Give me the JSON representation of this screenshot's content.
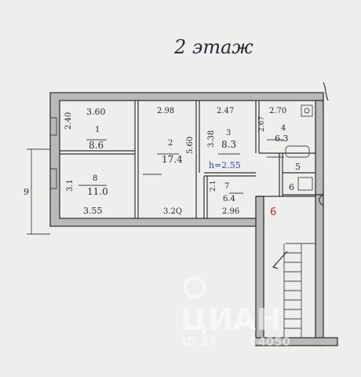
{
  "title": "2 этаж",
  "height_note": "h=2.55",
  "stair_label": "6",
  "side_dim": "9",
  "watermark": {
    "brand": "ЦИАН",
    "id": "ID 37        04050"
  },
  "rooms": [
    {
      "num": "1",
      "area": "8.6",
      "top": "3.60",
      "side": "2.40"
    },
    {
      "num": "2",
      "area": "17.4",
      "top": "2.98",
      "side": "5.60",
      "bottom": "3.2Q"
    },
    {
      "num": "3",
      "area": "8.3",
      "top": "2.47",
      "side": "3.38"
    },
    {
      "num": "4",
      "area": "6.3",
      "top": "2.70",
      "side": "2.67"
    },
    {
      "num": "5"
    },
    {
      "num": "6"
    },
    {
      "num": "7",
      "area": "6.4",
      "side": "2.1",
      "bottom": "2.96"
    },
    {
      "num": "8",
      "area": "11.0",
      "side": "3.1",
      "bottom": "3.55"
    }
  ]
}
